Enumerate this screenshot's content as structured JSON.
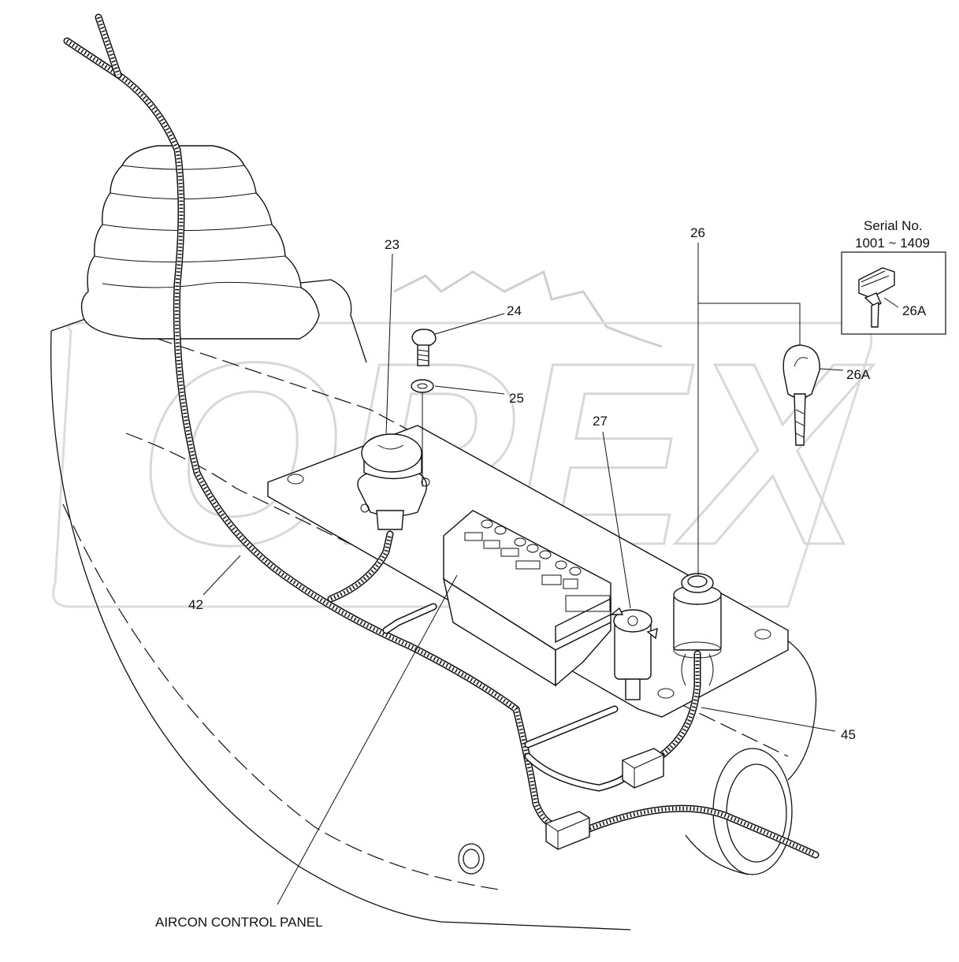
{
  "watermark": "OPEX",
  "inset": {
    "title_line1": "Serial No.",
    "title_line2": "1001 ~ 1409",
    "part_label": "26A"
  },
  "callouts": {
    "c23": "23",
    "c24": "24",
    "c25": "25",
    "c26": "26",
    "c26a": "26A",
    "c27": "27",
    "c42": "42",
    "c45": "45"
  },
  "caption": "AIRCON CONTROL PANEL"
}
